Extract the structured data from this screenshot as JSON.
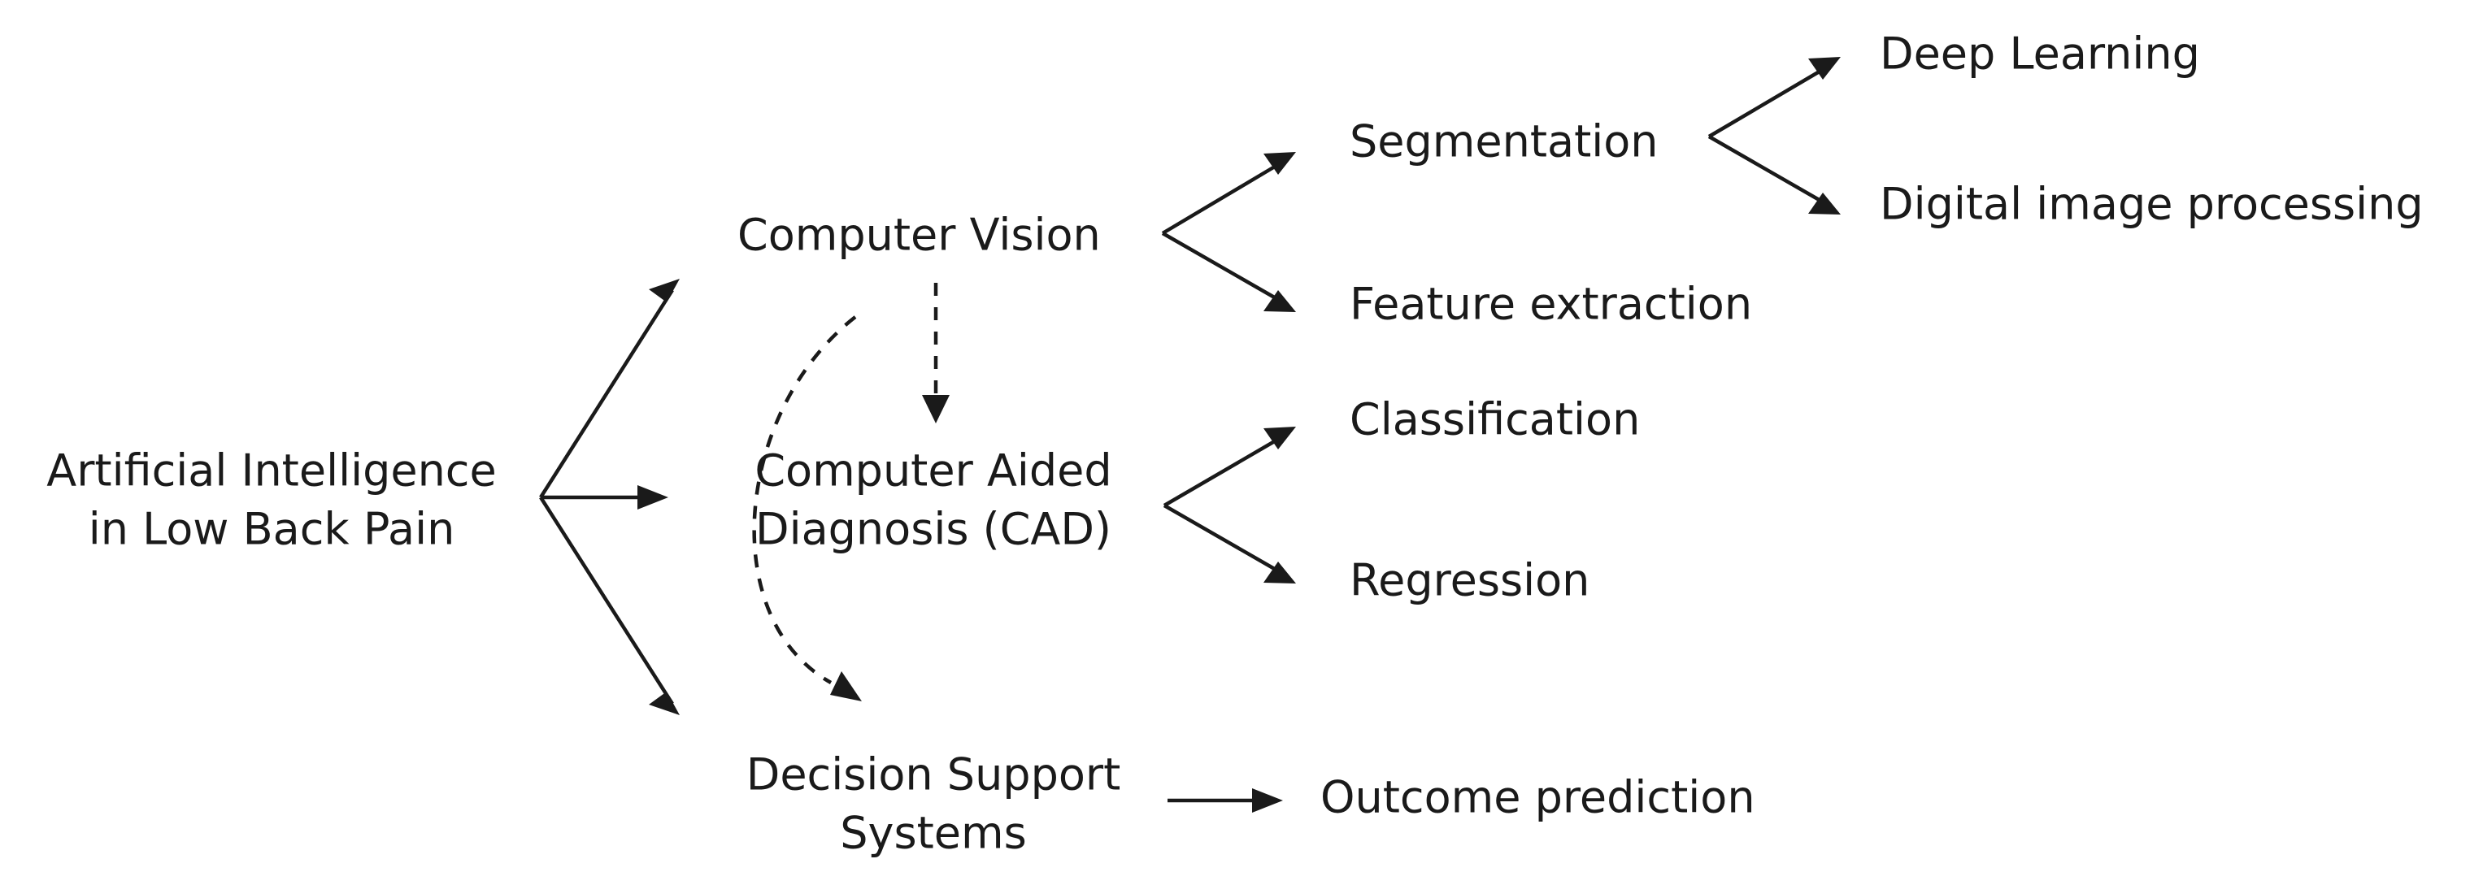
{
  "diagram": {
    "title": "Artificial Intelligence in Low Back Pain taxonomy",
    "background_color": "#ffffff",
    "line_color": "#1a1a1a",
    "text_color": "#1a1a1a",
    "nodes": {
      "root": {
        "id": "root",
        "line1": "Artificial Intelligence",
        "line2": "in Low Back Pain"
      },
      "computer_vision": {
        "id": "computer-vision",
        "label": "Computer Vision"
      },
      "cad": {
        "id": "computer-aided-diagnosis",
        "line1": "Computer Aided",
        "line2": "Diagnosis (CAD)"
      },
      "decision_support": {
        "id": "decision-support-systems",
        "line1": "Decision Support",
        "line2": "Systems"
      },
      "segmentation": {
        "id": "segmentation",
        "label": "Segmentation"
      },
      "feature_extraction": {
        "id": "feature-extraction",
        "label": "Feature extraction"
      },
      "deep_learning": {
        "id": "deep-learning",
        "label": "Deep Learning"
      },
      "digital_image_processing": {
        "id": "digital-image-processing",
        "label": "Digital image processing"
      },
      "classification": {
        "id": "classification",
        "label": "Classification"
      },
      "regression": {
        "id": "regression",
        "label": "Regression"
      },
      "outcome_prediction": {
        "id": "outcome-prediction",
        "label": "Outcome prediction"
      }
    },
    "edges": [
      {
        "id": "root-to-computer-vision",
        "from": "root",
        "to": "computer_vision",
        "style": "solid"
      },
      {
        "id": "root-to-cad",
        "from": "root",
        "to": "cad",
        "style": "solid"
      },
      {
        "id": "root-to-decision-support",
        "from": "root",
        "to": "decision_support",
        "style": "solid"
      },
      {
        "id": "computer-vision-to-segmentation",
        "from": "computer_vision",
        "to": "segmentation",
        "style": "solid"
      },
      {
        "id": "computer-vision-to-feature-extraction",
        "from": "computer_vision",
        "to": "feature_extraction",
        "style": "solid"
      },
      {
        "id": "segmentation-to-deep-learning",
        "from": "segmentation",
        "to": "deep_learning",
        "style": "solid"
      },
      {
        "id": "segmentation-to-digital-image",
        "from": "segmentation",
        "to": "digital_image_processing",
        "style": "solid"
      },
      {
        "id": "cad-to-classification",
        "from": "cad",
        "to": "classification",
        "style": "solid"
      },
      {
        "id": "cad-to-regression",
        "from": "cad",
        "to": "regression",
        "style": "solid"
      },
      {
        "id": "decision-support-to-outcome",
        "from": "decision_support",
        "to": "outcome_prediction",
        "style": "solid"
      },
      {
        "id": "computer-vision-to-cad",
        "from": "computer_vision",
        "to": "cad",
        "style": "dashed"
      },
      {
        "id": "computer-vision-to-decision-support",
        "from": "computer_vision",
        "to": "decision_support",
        "style": "dashed"
      }
    ]
  }
}
